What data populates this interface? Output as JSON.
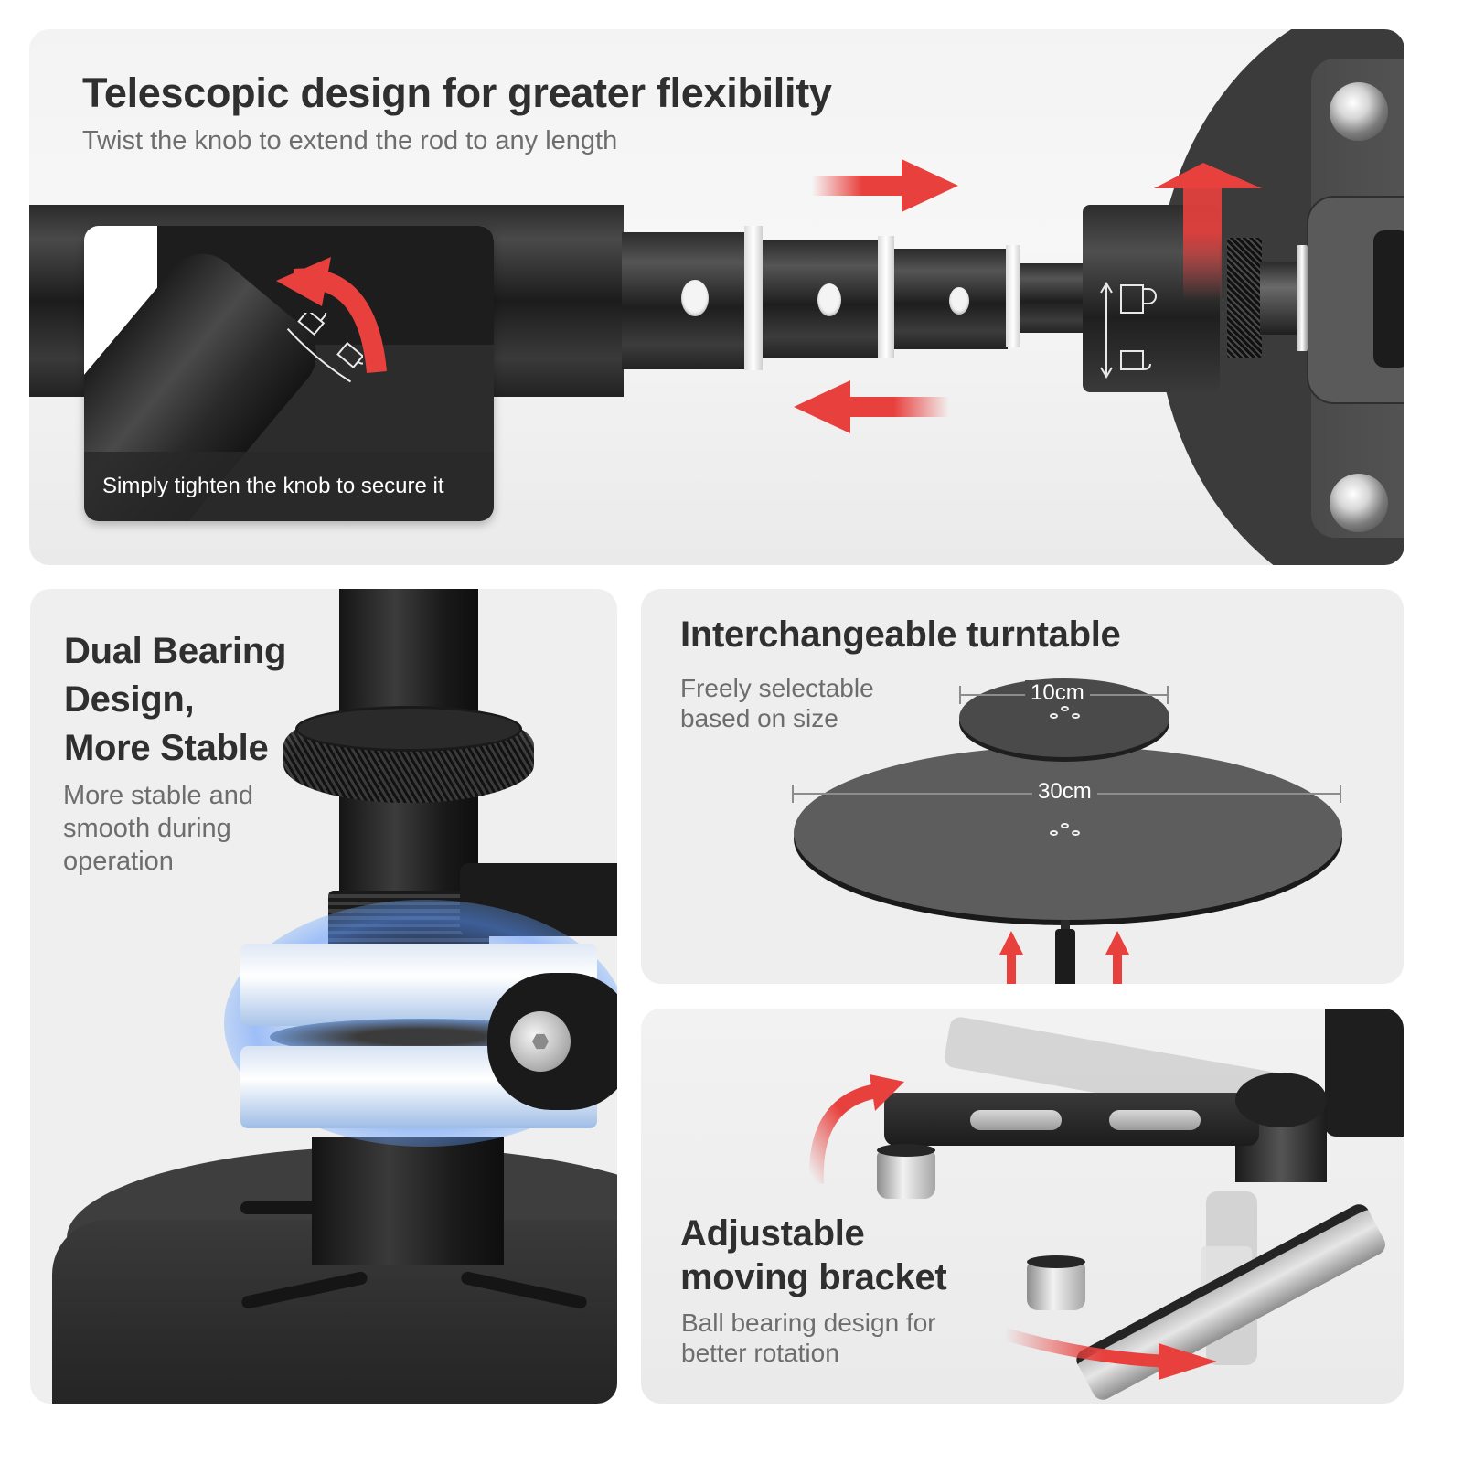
{
  "colors": {
    "page_background": "#ffffff",
    "panel_background": "#efefef",
    "title_text": "#2f2f2f",
    "subtitle_text": "#6d6d6d",
    "accent_red": "#e8403d",
    "bearing_glow": "#5a96ff",
    "product_black": "#1e1e1e"
  },
  "panels": {
    "telescopic": {
      "title": "Telescopic design for greater flexibility",
      "subtitle": "Twist the knob to extend the rod to any length",
      "inset_caption": "Simply tighten the knob to secure it",
      "icons": [
        "extend-right-arrow",
        "retract-left-arrow",
        "twist-up-arrow",
        "lock-icon",
        "unlock-icon",
        "rotate-arrow-icon"
      ]
    },
    "dual_bearing": {
      "title_lines": [
        "Dual Bearing",
        "Design,",
        "More Stable"
      ],
      "subtitle_lines": [
        "More stable and",
        "smooth during",
        "operation"
      ]
    },
    "turntable": {
      "title": "Interchangeable turntable",
      "subtitle_lines": [
        "Freely selectable",
        "based on size"
      ],
      "small_disc_label": "10cm",
      "large_disc_label": "30cm",
      "icons": [
        "up-arrow",
        "up-arrow"
      ]
    },
    "bracket": {
      "title_lines": [
        "Adjustable",
        "moving bracket"
      ],
      "subtitle_lines": [
        "Ball bearing design for",
        "better rotation"
      ],
      "icons": [
        "curved-up-arrow",
        "curved-right-arrow"
      ]
    }
  }
}
